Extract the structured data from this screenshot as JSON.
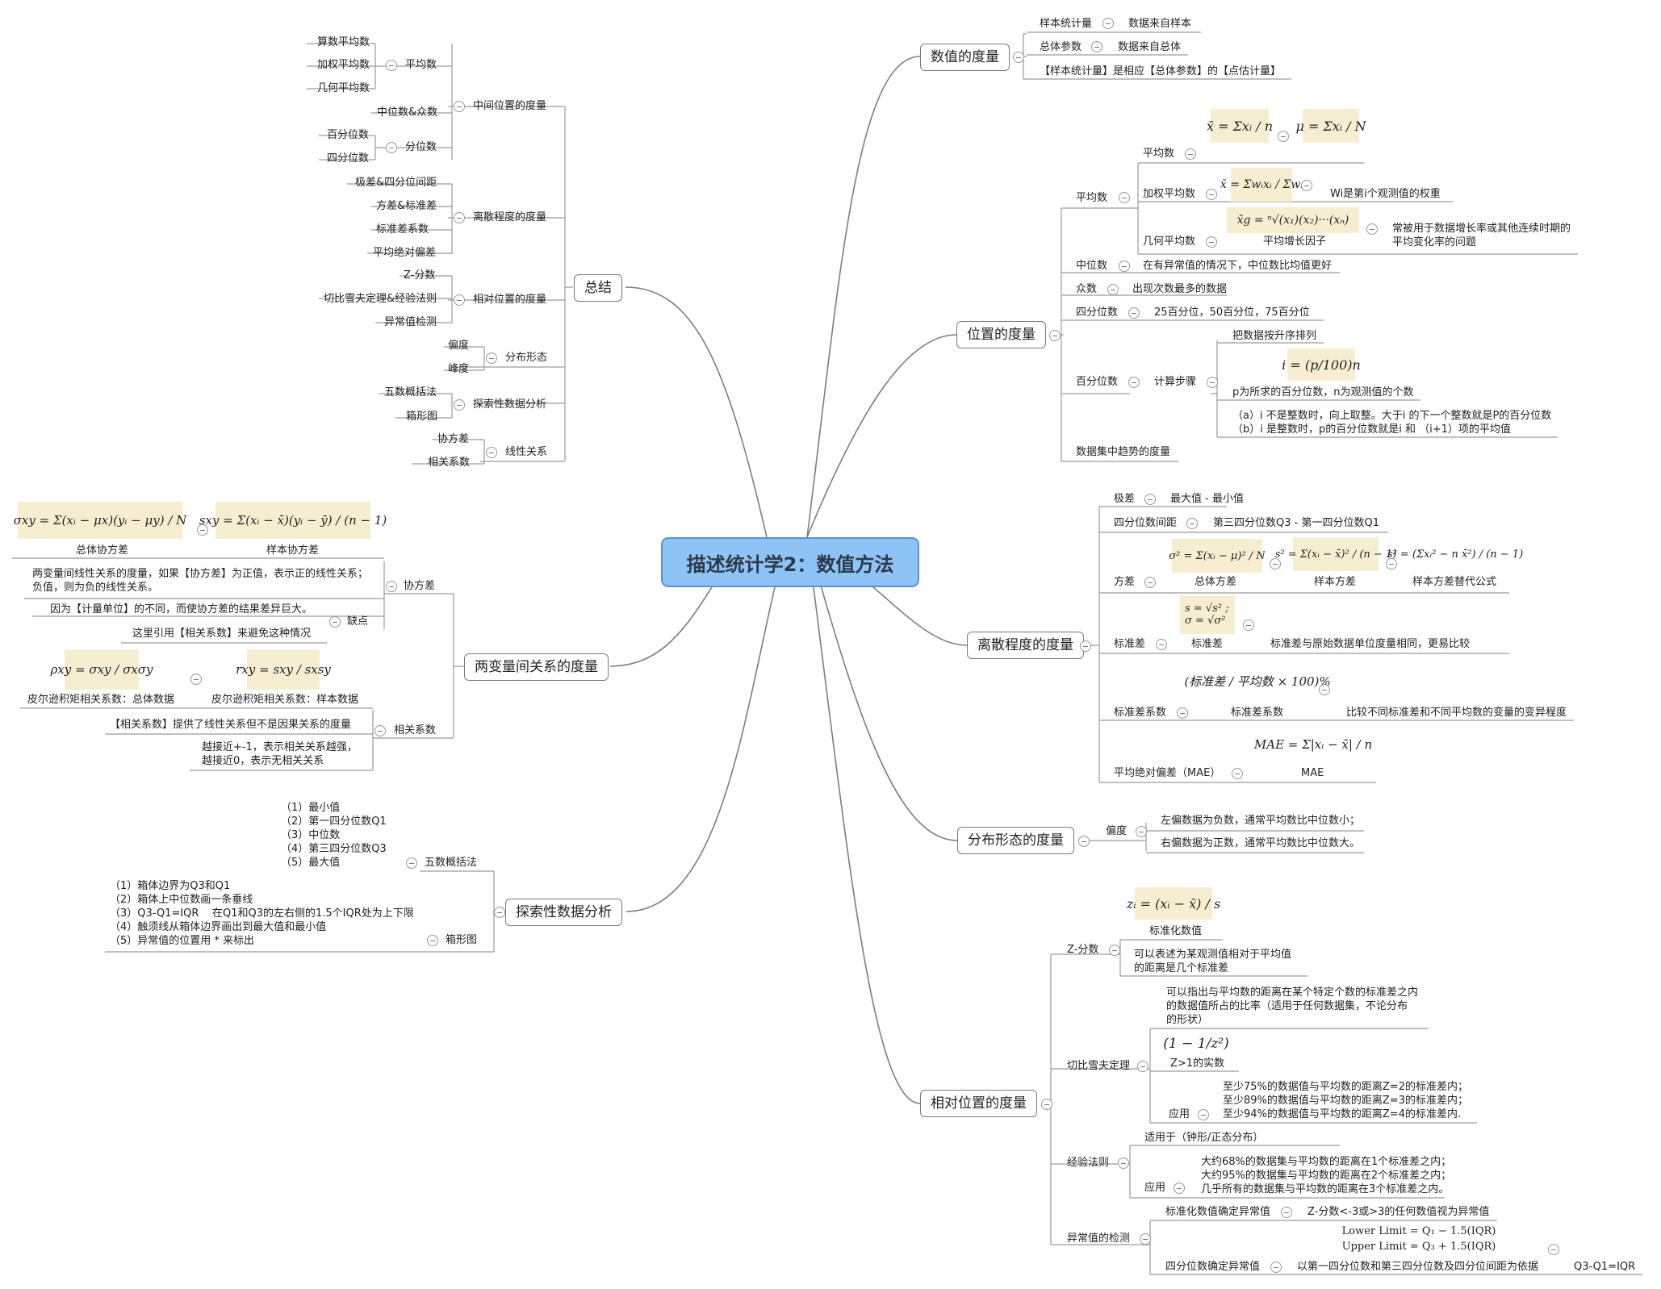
{
  "root": "描述统计学2：数值方法",
  "branches": {
    "numeric": "数值的度量",
    "position": "位置的度量",
    "dispersion": "离散程度的度量",
    "shape": "分布形态的度量",
    "relative": "相对位置的度量",
    "summary": "总结",
    "twovar": "两变量间关系的度量",
    "eda": "探索性数据分析"
  },
  "numeric": {
    "sample_stat": "样本统计量",
    "sample_stat_desc": "数据来自样本",
    "population_param": "总体参数",
    "population_param_desc": "数据来自总体",
    "point_estimate": "【样本统计量】是相应【总体参数】的【点估计量】"
  },
  "position": {
    "mean": "平均数",
    "mean_simple": "平均数",
    "f_sample_mean": "x̄ = Σxᵢ / n",
    "f_pop_mean": "μ = Σxᵢ / N",
    "weighted_mean": "加权平均数",
    "f_weighted": "x̄ = Σwᵢxᵢ / Σwᵢ",
    "weighted_desc": "Wi是第i个观测值的权重",
    "geo_mean": "几何平均数",
    "f_geo": "x̄g = ⁿ√(x₁)(x₂)···(xₙ)",
    "growth_factor": "平均增长因子",
    "geo_desc": "常被用于数据增长率或其他连续时期的\n平均变化率的问题",
    "median": "中位数",
    "median_desc": "在有异常值的情况下，中位数比均值更好",
    "mode": "众数",
    "mode_desc": "出现次数最多的数据",
    "quartile": "四分位数",
    "quartile_desc": "25百分位，50百分位，75百分位",
    "percentile": "百分位数",
    "calc_steps": "计算步骤",
    "sort_asc": "把数据按升序排列",
    "f_percentile": "i = (p/100)n",
    "p_desc": "p为所求的百分位数，n为观测值的个数",
    "rule_desc": "（a）i 不是整数时，向上取整。大于i 的下一个整数就是P的百分位数\n（b）i 是整数时，p的百分位数就是i 和 （i+1）项的平均值",
    "central_tendency": "数据集中趋势的度量"
  },
  "dispersion": {
    "range": "极差",
    "range_desc": "最大值 - 最小值",
    "iqr": "四分位数间距",
    "iqr_desc": "第三四分位数Q3 - 第一四分位数Q1",
    "variance": "方差",
    "f_pop_var": "σ² = Σ(xᵢ − μ)² / N",
    "pop_var": "总体方差",
    "f_sample_var": "s² = Σ(xᵢ − x̄)² / (n − 1)",
    "sample_var": "样本方差",
    "f_alt_var": "s² = (Σxᵢ² − n x̄²) / (n − 1)",
    "alt_var": "样本方差替代公式",
    "std": "标准差",
    "f_std": "s = √s²  ;  σ = √σ²",
    "std_label": "标准差",
    "std_desc": "标准差与原始数据单位度量相同，更易比较",
    "cv": "标准差系数",
    "f_cv": "(标准差 / 平均数 × 100)%",
    "cv_label": "标准差系数",
    "cv_desc": "比较不同标准差和不同平均数的变量的变异程度",
    "mad": "平均绝对偏差（MAE）",
    "f_mae": "MAE = Σ|xᵢ − x̄| / n",
    "mae_label": "MAE"
  },
  "shape": {
    "skew": "偏度",
    "left": "左偏数据为负数，通常平均数比中位数小；",
    "right": "右偏数据为正数，通常平均数比中位数大。"
  },
  "relative": {
    "z": "Z-分数",
    "f_z": "zᵢ = (xᵢ − x̄) / s",
    "z_label": "标准化数值",
    "z_desc": "可以表述为某观测值相对于平均值\n的距离是几个标准差",
    "cheb": "切比雪夫定理",
    "cheb_desc": "可以指出与平均数的距离在某个特定个数的标准差之内\n的数据值所占的比率（适用于任何数据集，不论分布\n的形状）",
    "f_cheb": "(1 − 1/z²)",
    "z_gt1": "Z>1的实数",
    "apply": "应用",
    "cheb_apply": "至少75%的数据值与平均数的距离Z=2的标准差内；\n至少89%的数据值与平均数的距离Z=3的标准差内；\n至少94%的数据值与平均数的距离Z=4的标准差内.",
    "empirical": "经验法则",
    "emp_for": "适用于（钟形/正态分布）",
    "emp_apply": "应用",
    "emp_desc": "大约68%的数据集与平均数的距离在1个标准差之内；\n大约95%的数据集与平均数的距离在2个标准差之内；\n几乎所有的数据集与平均数的距离在3个标准差之内。",
    "outlier": "异常值的检测",
    "std_outlier": "标准化数值确定异常值",
    "std_outlier_desc": "Z-分数<-3或>3的任何数值视为异常值",
    "quart_outlier": "四分位数确定异常值",
    "quart_outlier_desc": "以第一四分位数和第三四分位数及四分位间距为依据",
    "f_limits": "Lower Limit = Q₁ − 1.5(IQR)\nUpper Limit = Q₃ + 1.5(IQR)",
    "iqr_def": "Q3-Q1=IQR"
  },
  "summary": {
    "central": "中间位置的度量",
    "avg": "平均数",
    "arith": "算数平均数",
    "weighted": "加权平均数",
    "geo": "几何平均数",
    "median_mode": "中位数&众数",
    "quantile": "分位数",
    "percentile": "百分位数",
    "quartile": "四分位数",
    "dispersion": "离散程度的度量",
    "range_iqr": "极差&四分位间距",
    "var_std": "方差&标准差",
    "cv": "标准差系数",
    "mad": "平均绝对偏差",
    "relative": "相对位置的度量",
    "z": "Z-分数",
    "cheb_emp": "切比雪夫定理&经验法则",
    "outlier": "异常值检测",
    "shape": "分布形态",
    "skew": "偏度",
    "kurt": "峰度",
    "eda": "探索性数据分析",
    "five": "五数概括法",
    "box": "箱形图",
    "linear": "线性关系",
    "cov": "协方差",
    "corr": "相关系数"
  },
  "twovar": {
    "f_pop_cov": "σxy = Σ(xᵢ − μx)(yᵢ − μy) / N",
    "pop_cov": "总体协方差",
    "f_sample_cov": "sxy = Σ(xᵢ − x̄)(yᵢ − ȳ) / (n − 1)",
    "sample_cov": "样本协方差",
    "cov": "协方差",
    "cov_desc": "两变量间线性关系的度量，如果【协方差】为正值，表示正的线性关系；\n负值，则为负的线性关系。",
    "drawback": "缺点",
    "drawback_desc": "因为【计量单位】的不同，而使协方差的结果差异巨大。",
    "drawback_fix": "这里引用【相关系数】来避免这种情况",
    "f_pop_corr": "ρxy = σxy / σxσy",
    "pop_corr": "皮尔逊积矩相关系数：总体数据",
    "f_sample_corr": "rxy = sxy / sxsy",
    "sample_corr": "皮尔逊积矩相关系数：样本数据",
    "corr": "相关系数",
    "corr_desc1": "【相关系数】提供了线性关系但不是因果关系的度量",
    "corr_desc2": "越接近+-1，表示相关关系越强，\n越接近0，表示无相关关系"
  },
  "eda": {
    "five": "五数概括法",
    "five_list": "（1）最小值\n（2）第一四分位数Q1\n（3）中位数\n（4）第三四分位数Q3\n（5）最大值",
    "box": "箱形图",
    "box_list": "（1）箱体边界为Q3和Q1\n（2）箱体上中位数画一条垂线\n（3）Q3-Q1=IQR    在Q1和Q3的左右侧的1.5个IQR处为上下限\n（4）触须线从箱体边界画出到最大值和最小值\n（5）异常值的位置用 * 来标出"
  }
}
